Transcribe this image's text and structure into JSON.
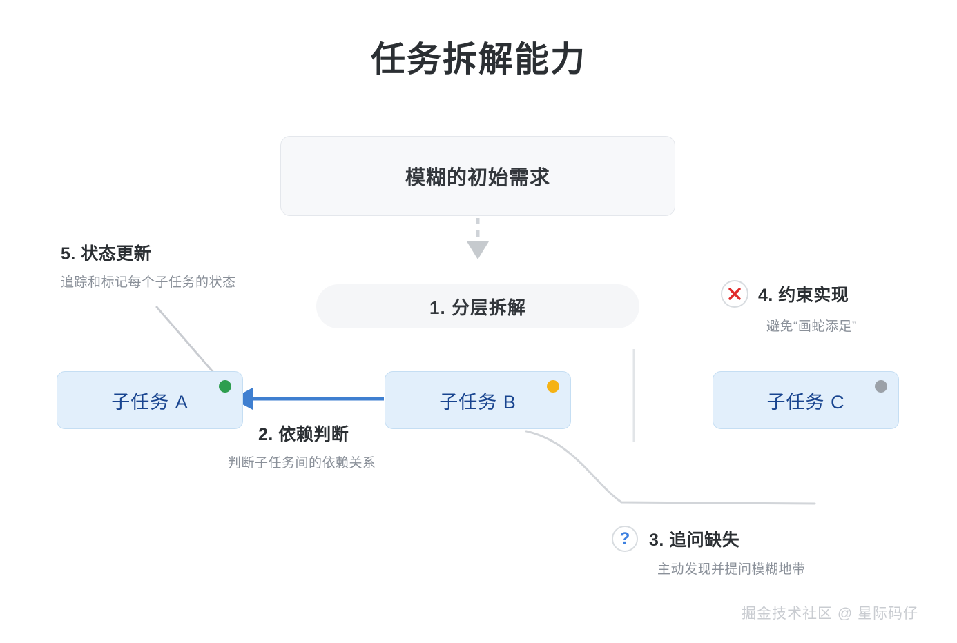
{
  "page": {
    "title": "任务拆解能力",
    "watermark": "掘金技术社区 @ 星际码仔",
    "background": "#ffffff"
  },
  "nodes": {
    "root": {
      "label": "模糊的初始需求",
      "fill": "#f7f8fa",
      "border": "#e4e7ec"
    },
    "stage": {
      "label": "1. 分层拆解",
      "fill": "#f5f6f8"
    },
    "tasks": [
      {
        "id": "a",
        "label": "子任务 A",
        "status_color": "#2e9e4f",
        "status_name": "done-dot",
        "fill": "#e2effb",
        "border": "#c5def3",
        "text_color": "#18448f"
      },
      {
        "id": "b",
        "label": "子任务 B",
        "status_color": "#f5b213",
        "status_name": "in-progress-dot",
        "fill": "#e2effb",
        "border": "#c5def3",
        "text_color": "#18448f"
      },
      {
        "id": "c",
        "label": "子任务 C",
        "status_color": "#9ba1a8",
        "status_name": "pending-dot",
        "fill": "#e2effb",
        "border": "#c5def3",
        "text_color": "#18448f"
      }
    ]
  },
  "annotations": {
    "status_update": {
      "title": "5. 状态更新",
      "subtitle": "追踪和标记每个子任务的状态"
    },
    "dependency": {
      "title": "2. 依赖判断",
      "subtitle": "判断子任务间的依赖关系"
    },
    "constraint": {
      "title": "4. 约束实现",
      "subtitle": "避免“画蛇添足”",
      "icon": "x-circle-icon",
      "icon_color": "#e02b2b"
    },
    "question": {
      "title": "3. 追问缺失",
      "subtitle": "主动发现并提问模糊地带",
      "icon": "question-circle-icon",
      "icon_color": "#3d80e0",
      "icon_glyph": "?"
    }
  },
  "connectors": {
    "root_to_stage": {
      "name": "dashed-down-arrow",
      "color": "#cfd3d8",
      "style": "dashed"
    },
    "b_to_a": {
      "name": "dependency-arrow",
      "color": "#3f7fd0",
      "style": "solid"
    },
    "status_leader": {
      "name": "status-leader-line",
      "color": "#c9ccd1"
    },
    "question_leader": {
      "name": "question-leader-line",
      "color": "#d2d5d9"
    },
    "divider": {
      "name": "vertical-divider",
      "color": "#e2e5e8"
    }
  }
}
